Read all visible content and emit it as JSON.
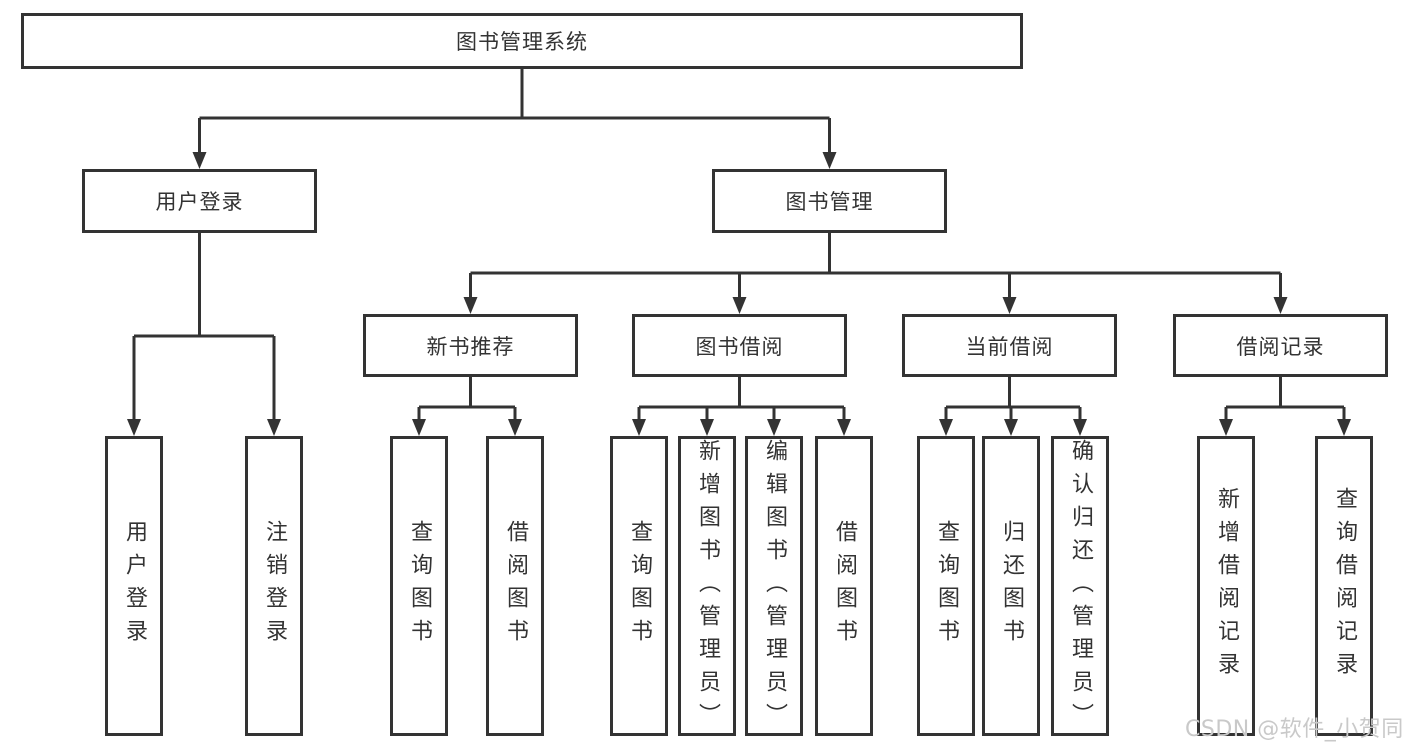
{
  "diagram": {
    "type": "hierarchy",
    "watermark": "CSDN @软件_小贺同学",
    "colors": {
      "line": "#333333",
      "box_border": "#333333",
      "box_fill": "#ffffff",
      "text": "#333333",
      "watermark": "#c9c9c9",
      "background": "#ffffff"
    },
    "tree": {
      "label": "图书管理系统",
      "children": [
        {
          "label": "用户登录",
          "children": [
            {
              "label": "用户登录"
            },
            {
              "label": "注销登录"
            }
          ]
        },
        {
          "label": "图书管理",
          "children": [
            {
              "label": "新书推荐",
              "children": [
                {
                  "label": "查询图书"
                },
                {
                  "label": "借阅图书"
                }
              ]
            },
            {
              "label": "图书借阅",
              "children": [
                {
                  "label": "查询图书"
                },
                {
                  "label": "新增图书（管理员）"
                },
                {
                  "label": "编辑图书（管理员）"
                },
                {
                  "label": "借阅图书"
                }
              ]
            },
            {
              "label": "当前借阅",
              "children": [
                {
                  "label": "查询图书"
                },
                {
                  "label": "归还图书"
                },
                {
                  "label": "确认归还（管理员）"
                }
              ]
            },
            {
              "label": "借阅记录",
              "children": [
                {
                  "label": "新增借阅记录"
                },
                {
                  "label": "查询借阅记录"
                }
              ]
            }
          ]
        }
      ]
    }
  }
}
